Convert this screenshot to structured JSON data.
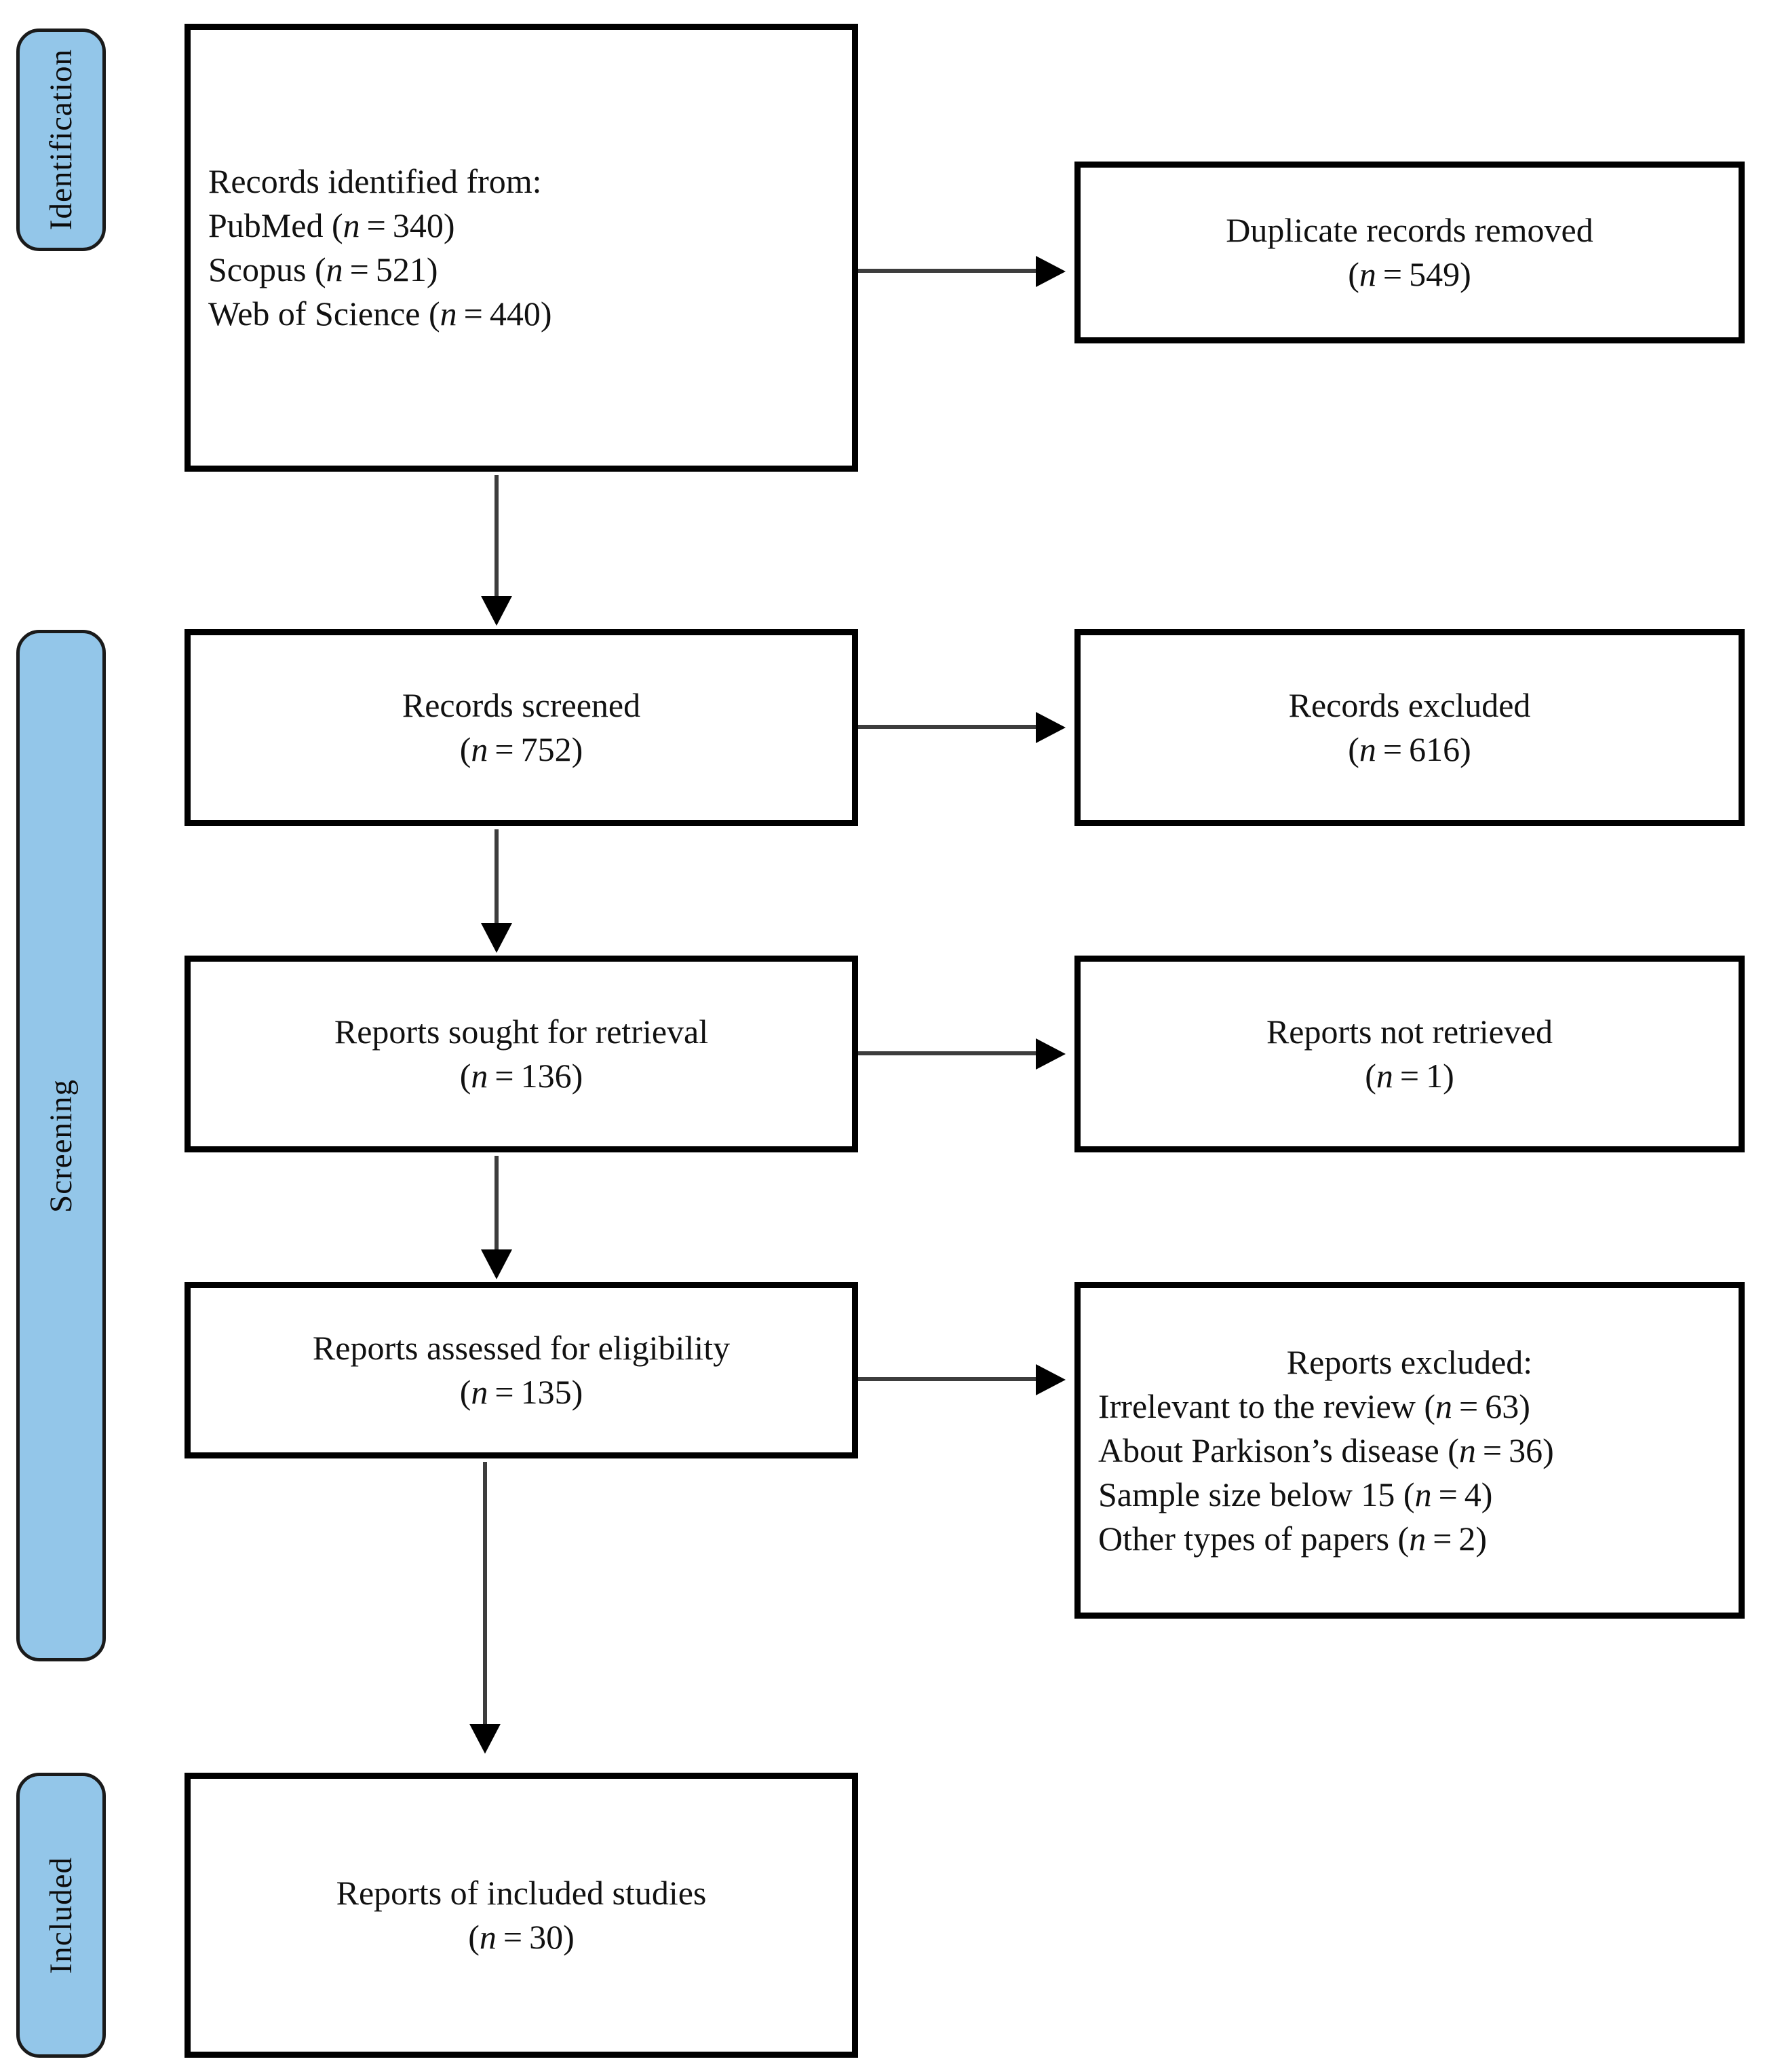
{
  "diagram": {
    "title": "PRISMA flow diagram",
    "accent_color": "#93C6E9",
    "border_color": "#000000",
    "connector_color": "#3d3d3d"
  },
  "phases": [
    {
      "key": "identification",
      "label": "Identification"
    },
    {
      "key": "screening",
      "label": "Screening"
    },
    {
      "key": "included",
      "label": "Included"
    }
  ],
  "boxes": {
    "records_identified": {
      "lines": [
        "Records identified from:",
        "PubMed (n = 340)",
        "Scopus (n = 521)",
        "Web of Science (n = 440)"
      ],
      "heading": "Records identified from:",
      "sources": [
        {
          "name": "PubMed",
          "n": 340
        },
        {
          "name": "Scopus",
          "n": 521
        },
        {
          "name": "Web of Science",
          "n": 440
        }
      ]
    },
    "duplicates_removed": {
      "label": "Duplicate records removed",
      "count_text": "(n = 549)",
      "n": 549
    },
    "records_screened": {
      "label": "Records screened",
      "count_text": "(n = 752)",
      "n": 752
    },
    "records_excluded": {
      "label": "Records excluded",
      "count_text": "(n = 616)",
      "n": 616
    },
    "reports_sought": {
      "label": "Reports sought for retrieval",
      "count_text": "(n = 136)",
      "n": 136
    },
    "reports_not_retrieved": {
      "label": "Reports not retrieved",
      "count_text": "(n = 1)",
      "n": 1
    },
    "reports_assessed": {
      "label": "Reports assessed for eligibility",
      "count_text": "(n = 135)",
      "n": 135
    },
    "reports_excluded": {
      "heading": "Reports excluded:",
      "reasons": [
        {
          "text": "Irrelevant to the review",
          "count_text": "(n = 63)",
          "n": 63
        },
        {
          "text": "About Parkison’s disease",
          "count_text": "(n = 36)",
          "n": 36
        },
        {
          "text": "Sample size below 15",
          "count_text": "(n = 4)",
          "n": 4
        },
        {
          "text": "Other types of papers",
          "count_text": "(n = 2)",
          "n": 2
        }
      ]
    },
    "included_studies": {
      "label": "Reports of included studies",
      "count_text": "(n = 30)",
      "n": 30
    }
  }
}
